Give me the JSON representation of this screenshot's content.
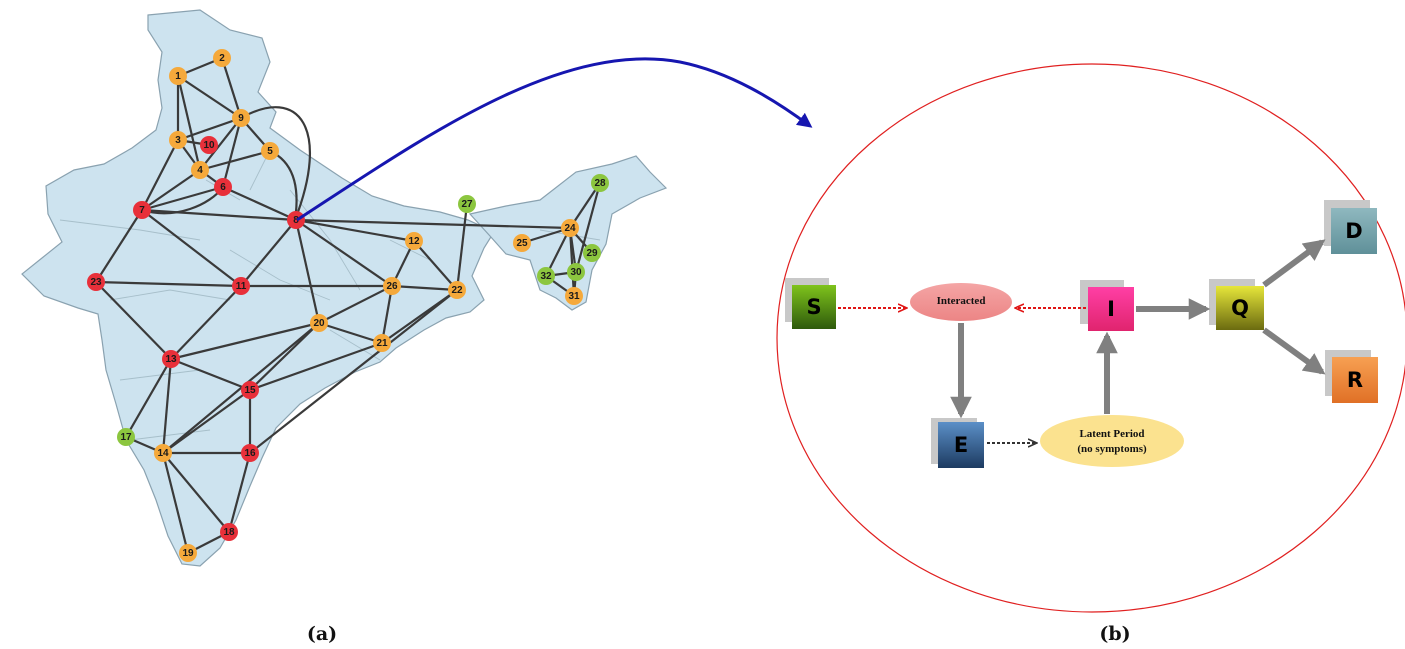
{
  "map_panel": {
    "caption": "(a)",
    "node_colors": {
      "red": "#e8303a",
      "orange": "#f5a93b",
      "green": "#8cc63f"
    },
    "nodes": [
      {
        "id": "1",
        "color": "orange"
      },
      {
        "id": "2",
        "color": "orange"
      },
      {
        "id": "3",
        "color": "orange"
      },
      {
        "id": "4",
        "color": "orange"
      },
      {
        "id": "5",
        "color": "orange"
      },
      {
        "id": "6",
        "color": "red"
      },
      {
        "id": "7",
        "color": "red"
      },
      {
        "id": "8",
        "color": "red"
      },
      {
        "id": "9",
        "color": "orange"
      },
      {
        "id": "10",
        "color": "red"
      },
      {
        "id": "11",
        "color": "red"
      },
      {
        "id": "12",
        "color": "orange"
      },
      {
        "id": "13",
        "color": "red"
      },
      {
        "id": "14",
        "color": "orange"
      },
      {
        "id": "15",
        "color": "red"
      },
      {
        "id": "16",
        "color": "red"
      },
      {
        "id": "17",
        "color": "green"
      },
      {
        "id": "18",
        "color": "red"
      },
      {
        "id": "19",
        "color": "orange"
      },
      {
        "id": "20",
        "color": "orange"
      },
      {
        "id": "21",
        "color": "orange"
      },
      {
        "id": "22",
        "color": "orange"
      },
      {
        "id": "23",
        "color": "red"
      },
      {
        "id": "24",
        "color": "orange"
      },
      {
        "id": "25",
        "color": "orange"
      },
      {
        "id": "26",
        "color": "orange"
      },
      {
        "id": "27",
        "color": "green"
      },
      {
        "id": "28",
        "color": "green"
      },
      {
        "id": "29",
        "color": "green"
      },
      {
        "id": "30",
        "color": "green"
      },
      {
        "id": "31",
        "color": "orange"
      },
      {
        "id": "32",
        "color": "green"
      }
    ],
    "edges": [
      [
        "1",
        "2"
      ],
      [
        "1",
        "9"
      ],
      [
        "1",
        "3"
      ],
      [
        "1",
        "4"
      ],
      [
        "2",
        "9"
      ],
      [
        "3",
        "9"
      ],
      [
        "3",
        "4"
      ],
      [
        "3",
        "7"
      ],
      [
        "3",
        "10"
      ],
      [
        "4",
        "9"
      ],
      [
        "4",
        "5"
      ],
      [
        "4",
        "6"
      ],
      [
        "4",
        "7"
      ],
      [
        "5",
        "9"
      ],
      [
        "6",
        "9"
      ],
      [
        "6",
        "8"
      ],
      [
        "6",
        "7"
      ],
      [
        "7",
        "11"
      ],
      [
        "7",
        "23"
      ],
      [
        "7",
        "8"
      ],
      [
        "8",
        "11"
      ],
      [
        "8",
        "12"
      ],
      [
        "8",
        "20"
      ],
      [
        "8",
        "26"
      ],
      [
        "8",
        "24"
      ],
      [
        "11",
        "23"
      ],
      [
        "11",
        "13"
      ],
      [
        "11",
        "26"
      ],
      [
        "12",
        "26"
      ],
      [
        "12",
        "22"
      ],
      [
        "13",
        "23"
      ],
      [
        "13",
        "20"
      ],
      [
        "13",
        "15"
      ],
      [
        "13",
        "14"
      ],
      [
        "13",
        "17"
      ],
      [
        "14",
        "15"
      ],
      [
        "14",
        "16"
      ],
      [
        "14",
        "18"
      ],
      [
        "14",
        "19"
      ],
      [
        "14",
        "17"
      ],
      [
        "15",
        "20"
      ],
      [
        "15",
        "16"
      ],
      [
        "15",
        "21"
      ],
      [
        "16",
        "18"
      ],
      [
        "16",
        "22"
      ],
      [
        "18",
        "19"
      ],
      [
        "20",
        "26"
      ],
      [
        "20",
        "21"
      ],
      [
        "20",
        "14"
      ],
      [
        "21",
        "26"
      ],
      [
        "21",
        "22"
      ],
      [
        "22",
        "26"
      ],
      [
        "22",
        "27"
      ],
      [
        "24",
        "25"
      ],
      [
        "24",
        "28"
      ],
      [
        "24",
        "29"
      ],
      [
        "24",
        "30"
      ],
      [
        "24",
        "31"
      ],
      [
        "24",
        "32"
      ],
      [
        "28",
        "30"
      ],
      [
        "30",
        "31"
      ],
      [
        "30",
        "32"
      ],
      [
        "31",
        "32"
      ]
    ]
  },
  "model_panel": {
    "caption": "(b)",
    "compartments": {
      "S": {
        "label": "S",
        "top": "#7fc31c",
        "bottom": "#2e5a0c",
        "text": "#000000"
      },
      "E": {
        "label": "E",
        "top": "#5b8fc7",
        "bottom": "#1d3b61",
        "text": "#000000"
      },
      "I": {
        "label": "I",
        "top": "#ff3fa5",
        "bottom": "#e0246e",
        "text": "#000000"
      },
      "Q": {
        "label": "Q",
        "top": "#e6e63a",
        "bottom": "#6b6b10",
        "text": "#000000"
      },
      "D": {
        "label": "D",
        "top": "#8fb8bf",
        "bottom": "#5f9099",
        "text": "#000000"
      },
      "R": {
        "label": "R",
        "top": "#f7a052",
        "bottom": "#e07026",
        "text": "#000000"
      }
    },
    "interacted_label": "Interacted",
    "latent_label_line1": "Latent Period",
    "latent_label_line2": "(no symptoms)"
  }
}
